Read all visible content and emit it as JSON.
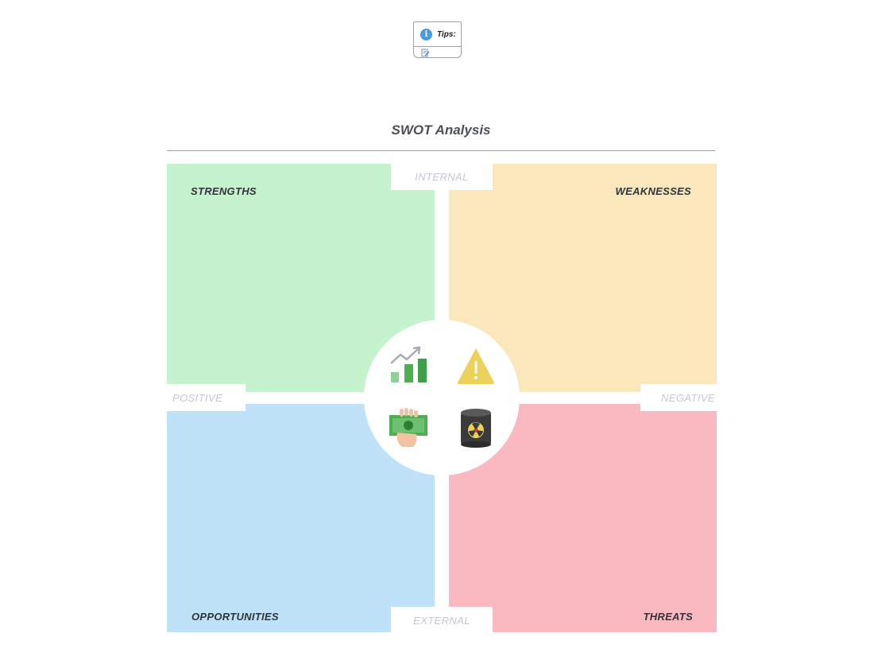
{
  "tips": {
    "label": "Tips:",
    "info_icon": "info-icon",
    "note_icon": "edit-note-icon"
  },
  "diagram": {
    "title": "SWOT Analysis",
    "quadrants": {
      "strengths": {
        "label": "STRENGTHS",
        "color": "#c5f3cd",
        "icon": "growth-chart-icon"
      },
      "weaknesses": {
        "label": "WEAKNESSES",
        "color": "#fae7bc",
        "icon": "warning-triangle-icon"
      },
      "opportunities": {
        "label": "OPPORTUNITIES",
        "color": "#bfe2f8",
        "icon": "money-hand-icon"
      },
      "threats": {
        "label": "THREATS",
        "color": "#fab9c1",
        "icon": "radioactive-barrel-icon"
      }
    },
    "axes": {
      "top": "INTERNAL",
      "bottom": "EXTERNAL",
      "left": "POSITIVE",
      "right": "NEGATIVE"
    }
  }
}
